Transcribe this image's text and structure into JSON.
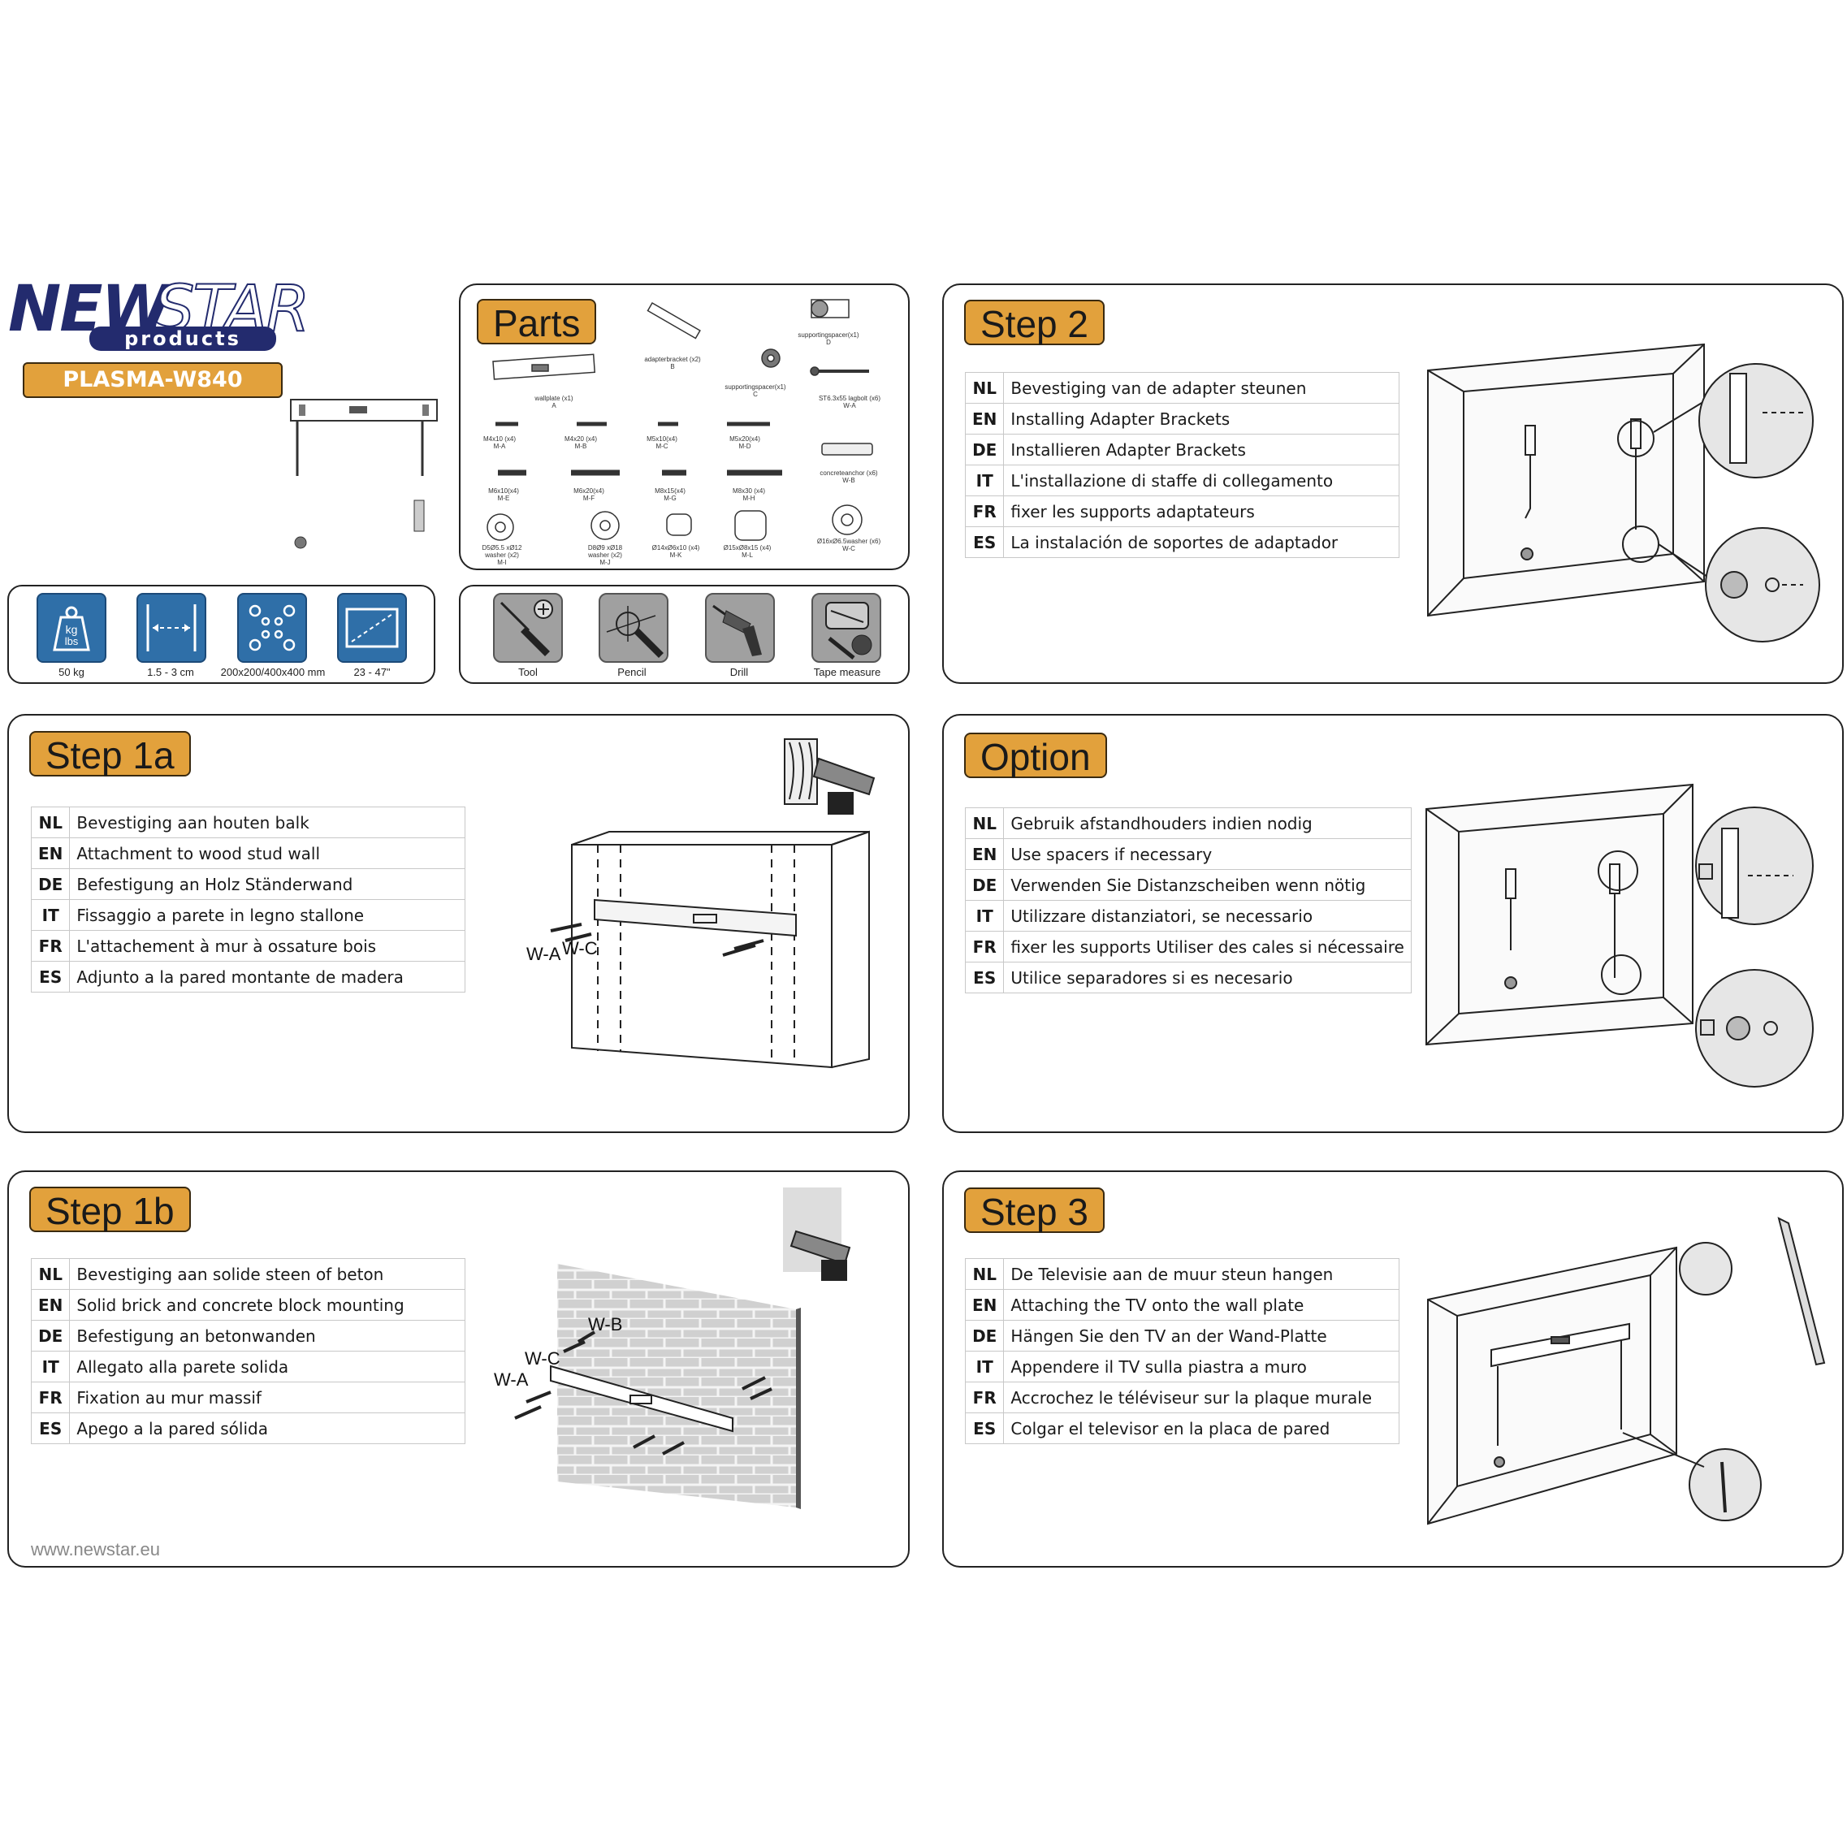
{
  "brand": {
    "name_part1": "NEW",
    "name_part2": "STAR",
    "tagline": "products",
    "model": "PLASMA-W840"
  },
  "specs": [
    {
      "icon": "kg-lbs-weight-icon",
      "icon_text": "kg\nlbs",
      "label": "50 kg"
    },
    {
      "icon": "wall-distance-icon",
      "label": "1.5 - 3 cm"
    },
    {
      "icon": "vesa-holes-icon",
      "label": "200x200/400x400 mm"
    },
    {
      "icon": "screen-size-icon",
      "label": "23 - 47\""
    }
  ],
  "tools": [
    {
      "icon": "screwdriver-icon",
      "label": "Tool"
    },
    {
      "icon": "pencil-icon",
      "label": "Pencil"
    },
    {
      "icon": "drill-icon",
      "label": "Drill"
    },
    {
      "icon": "tape-measure-icon",
      "label": "Tape measure"
    }
  ],
  "parts": {
    "title": "Parts",
    "items": {
      "adapter": [
        "adapterbracket    (x2)",
        "B"
      ],
      "spacer_d": [
        "supportingspacer(x1)",
        "D"
      ],
      "wallplate": [
        "wallplate    (x1)",
        "A"
      ],
      "spacer_c": [
        "supportingspacer(x1)",
        "C"
      ],
      "lagbolt": [
        "ST6.3x55 lagbolt    (x6)",
        "W-A"
      ],
      "ma": [
        "M4x10  (x4)",
        "M-A"
      ],
      "mb": [
        "M4x20  (x4)",
        "M-B"
      ],
      "mc": [
        "M5x10(x4)",
        "M-C"
      ],
      "md": [
        "M5x20(x4)",
        "M-D"
      ],
      "anchor": [
        "concreteanchor    (x6)",
        "W-B"
      ],
      "me": [
        "M6x10(x4)",
        "M-E"
      ],
      "mf": [
        "M6x20(x4)",
        "M-F"
      ],
      "mg": [
        "M8x15(x4)",
        "M-G"
      ],
      "mh": [
        "M8x30  (x4)",
        "M-H"
      ],
      "mi": [
        "D5Ø5.5  xØ12",
        "washer  (x2)",
        "M-I"
      ],
      "mj": [
        "D8Ø9  xØ18",
        "washer  (x2)",
        "M-J"
      ],
      "mk": [
        "Ø14xØ6x10  (x4)",
        "M-K"
      ],
      "ml": [
        "Ø15xØ8x15  (x4)",
        "M-L"
      ],
      "wc": [
        "Ø16xØ6.5washer  (x6)",
        "W-C"
      ]
    }
  },
  "steps": {
    "step1a": {
      "title": "Step 1a",
      "rows": [
        {
          "code": "NL",
          "text": "Bevestiging aan houten balk"
        },
        {
          "code": "EN",
          "text": "Attachment to wood stud wall"
        },
        {
          "code": "DE",
          "text": "Befestigung an Holz Ständerwand"
        },
        {
          "code": "IT",
          "text": "Fissaggio a parete in legno stallone"
        },
        {
          "code": "FR",
          "text": "L'attachement à mur à ossature bois"
        },
        {
          "code": "ES",
          "text": "Adjunto a la pared montante de madera"
        }
      ],
      "labels": {
        "wa": "W-A",
        "wc": "W-C"
      }
    },
    "step1b": {
      "title": "Step 1b",
      "rows": [
        {
          "code": "NL",
          "text": "Bevestiging aan solide steen of beton"
        },
        {
          "code": "EN",
          "text": "Solid brick and concrete block mounting"
        },
        {
          "code": "DE",
          "text": "Befestigung an betonwanden"
        },
        {
          "code": "IT",
          "text": "Allegato alla parete solida"
        },
        {
          "code": "FR",
          "text": "Fixation au mur massif"
        },
        {
          "code": "ES",
          "text": "Apego a la pared sólida"
        }
      ],
      "labels": {
        "wa": "W-A",
        "wb": "W-B",
        "wc": "W-C"
      }
    },
    "step2": {
      "title": "Step 2",
      "rows": [
        {
          "code": "NL",
          "text": "Bevestiging van de adapter steunen"
        },
        {
          "code": "EN",
          "text": "Installing Adapter Brackets"
        },
        {
          "code": "DE",
          "text": "Installieren Adapter Brackets"
        },
        {
          "code": "IT",
          "text": "L'installazione di staffe di collegamento"
        },
        {
          "code": "FR",
          "text": "fixer les supports adaptateurs"
        },
        {
          "code": "ES",
          "text": "La instalación de soportes de adaptador"
        }
      ]
    },
    "option": {
      "title": "Option",
      "rows": [
        {
          "code": "NL",
          "text": "Gebruik afstandhouders indien nodig"
        },
        {
          "code": "EN",
          "text": "Use spacers if necessary"
        },
        {
          "code": "DE",
          "text": "Verwenden Sie Distanzscheiben wenn nötig"
        },
        {
          "code": "IT",
          "text": "Utilizzare distanziatori, se necessario"
        },
        {
          "code": "FR",
          "text": "fixer les supports Utiliser des cales si nécessaire"
        },
        {
          "code": "ES",
          "text": "Utilice separadores si es necesario"
        }
      ]
    },
    "step3": {
      "title": "Step 3",
      "rows": [
        {
          "code": "NL",
          "text": "De Televisie aan de muur steun hangen"
        },
        {
          "code": "EN",
          "text": "Attaching the TV onto the wall plate"
        },
        {
          "code": "DE",
          "text": "Hängen Sie den TV an der Wand-Platte"
        },
        {
          "code": "IT",
          "text": "Appendere il TV sulla piastra a muro"
        },
        {
          "code": "FR",
          "text": "Accrochez le téléviseur sur la plaque murale"
        },
        {
          "code": "ES",
          "text": "Colgar el televisor en la placa de pared"
        }
      ]
    }
  },
  "footer": {
    "url": "www.newstar.eu"
  }
}
